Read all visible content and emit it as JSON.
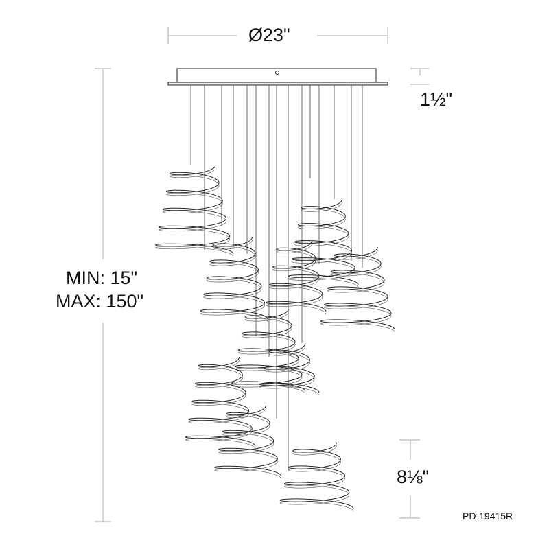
{
  "dimensions": {
    "diameter": "Ø23\"",
    "canopy_height": "1½\"",
    "min_length": "MIN: 15\"",
    "max_length": "MAX: 150\"",
    "pendant_height": "8⅛\""
  },
  "model_number": "PD-19415R",
  "colors": {
    "line": "#222222",
    "dimension": "#bbbbbb"
  }
}
